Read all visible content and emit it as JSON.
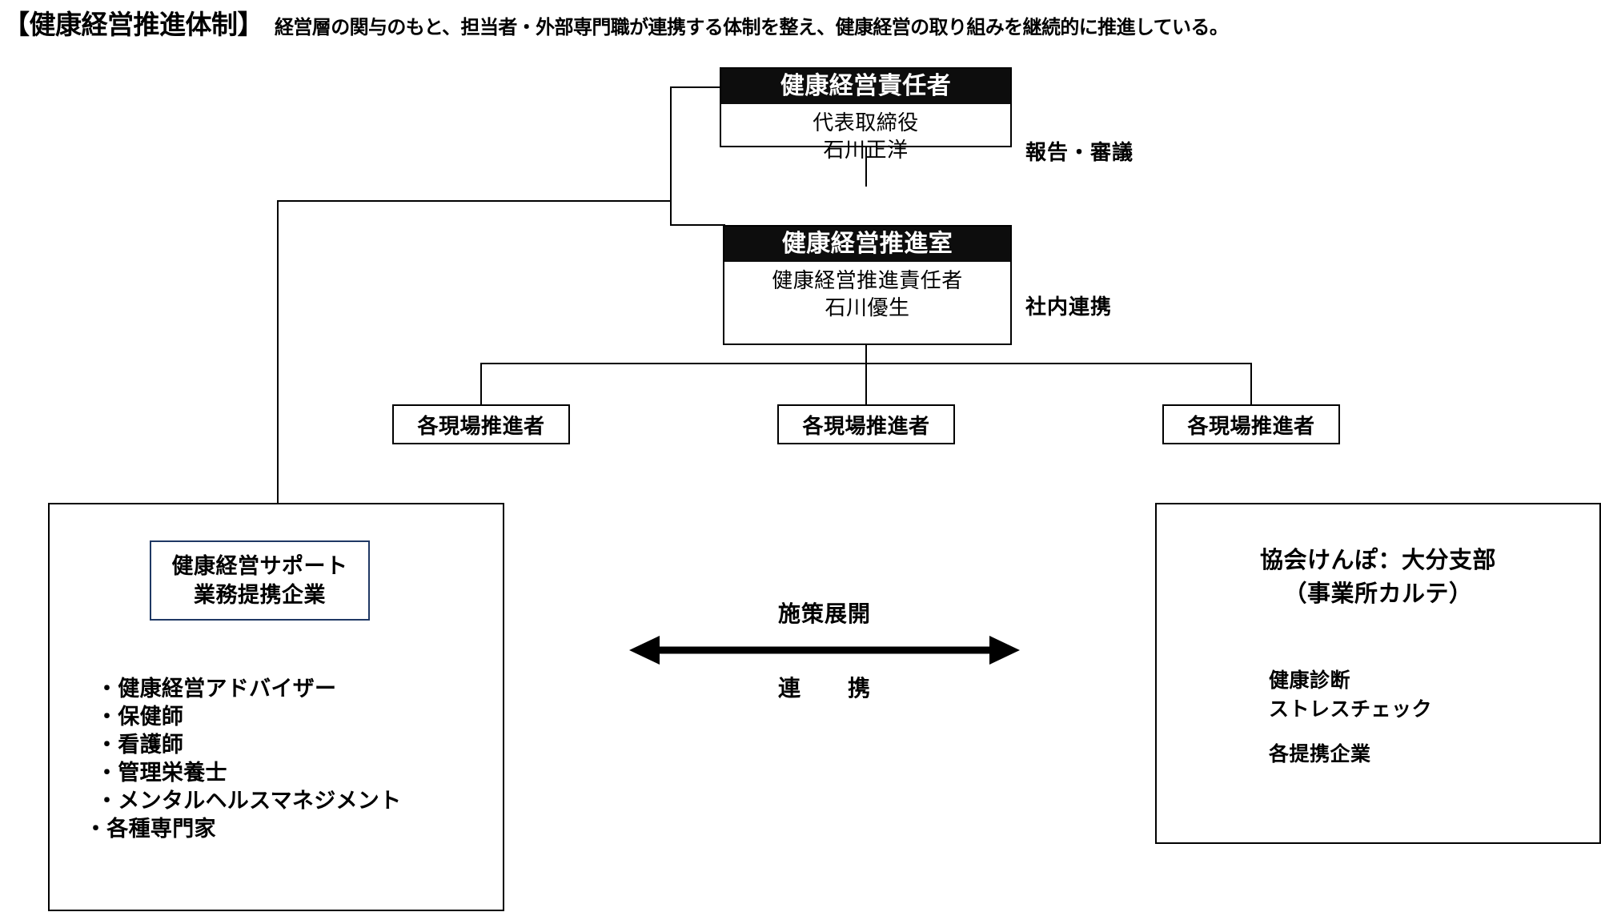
{
  "header": {
    "title": "【健康経営推進体制】",
    "description": "経営層の関与のもと、担当者・外部専門職が連携する体制を整え、健康経営の取り組みを継続的に推進している。"
  },
  "org": {
    "exec": {
      "head": "健康経営責任者",
      "role": "代表取締役",
      "name": "石川正洋"
    },
    "office": {
      "head": "健康経営推進室",
      "role": "健康経営推進責任者",
      "name": "石川優生"
    },
    "side_labels": {
      "report": "報告・審議",
      "internal": "社内連携"
    },
    "promoters": [
      {
        "label": "各現場推進者"
      },
      {
        "label": "各現場推進者"
      },
      {
        "label": "各現場推進者"
      }
    ]
  },
  "left_panel": {
    "inner_title_line1": "健康経営サポート",
    "inner_title_line2": "業務提携企業",
    "items": [
      "・健康経営アドバイザー",
      "・保健師",
      "・看護師",
      "・管理栄養士",
      "・メンタルヘルスマネジメント",
      "・各種専門家"
    ]
  },
  "right_panel": {
    "title_line1": "協会けんぽ：大分支部",
    "title_line2": "（事業所カルテ）",
    "items_group1": [
      "健康診断",
      "ストレスチェック"
    ],
    "items_group2": [
      "各提携企業"
    ]
  },
  "center": {
    "label_top": "施策展開",
    "label_bottom": "連　　携"
  },
  "colors": {
    "header_fill": "#0d0d0d",
    "header_text": "#ffffff",
    "border": "#000000",
    "inner_box_border": "#1f3864",
    "background": "#ffffff"
  }
}
